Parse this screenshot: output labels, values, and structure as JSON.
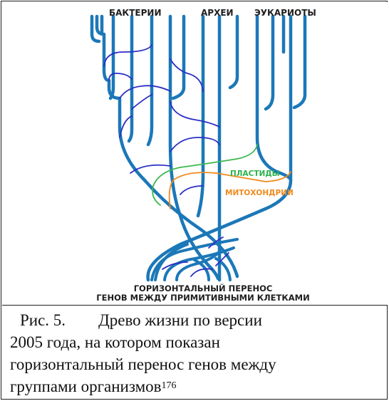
{
  "figure": {
    "labels": {
      "bacteria": "БАКТЕРИИ",
      "archaea": "АРХЕИ",
      "eukaryotes": "ЭУКАРИОТЫ",
      "plastids": "ПЛАСТИДЫ",
      "mitochondria": "МИТОХОНДРИИ",
      "hgt_line1": "ГОРИЗОНТАЛЬНЫЙ ПЕРЕНОС",
      "hgt_line2": "ГЕНОВ МЕЖДУ ПРИМИТИВНЫМИ КЛЕТКАМИ"
    },
    "colors": {
      "lineage": "#1b78b8",
      "transfer": "#2b2fc4",
      "plastid": "#3db84d",
      "mitochondria": "#f08a1c",
      "text": "#1f1f1f"
    }
  },
  "caption": {
    "prefix": "Рис. 5.",
    "line1_text": "Древо жизни по версии",
    "line2": "2005 года, на котором показан",
    "line3": "горизонтальный перенос генов между",
    "line4": "группами организмов",
    "footnote": "176"
  }
}
